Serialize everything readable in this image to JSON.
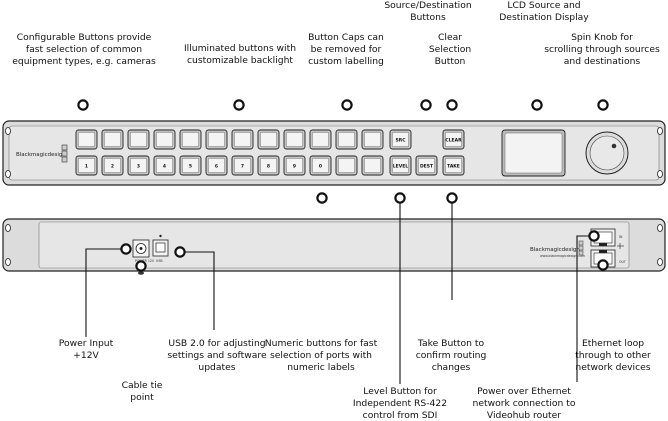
{
  "callouts": {
    "configurable": [
      "Configurable Buttons provide",
      "fast selection of common",
      "equipment types, e.g. cameras"
    ],
    "illuminated": [
      "Illuminated buttons with",
      "customizable backlight"
    ],
    "button_caps": [
      "Button Caps can",
      "be removed for",
      "custom labelling"
    ],
    "source_dest": [
      "Source/Destination",
      "Buttons"
    ],
    "clear_selection": [
      "Clear",
      "Selection",
      "Button"
    ],
    "lcd": [
      "LCD Source and",
      "Destination Display"
    ],
    "spin_knob": [
      "Spin Knob for",
      "scrolling through sources",
      "and destinations"
    ],
    "power_input": [
      "Power Input",
      "+12V"
    ],
    "cable_tie": [
      "Cable tie",
      "point"
    ],
    "usb": [
      "USB 2.0 for adjusting",
      "settings and software",
      "updates"
    ],
    "numeric": [
      "Numeric buttons for fast",
      "selection of ports with",
      "numeric labels"
    ],
    "level": [
      "Level Button for",
      "Independent RS-422",
      "control from SDI"
    ],
    "take": [
      "Take Button to",
      "confirm routing",
      "changes"
    ],
    "poe": [
      "Power over Ethernet",
      "network connection to",
      "Videohub router"
    ],
    "ethernet_loop": [
      "Ethernet loop",
      "through to other",
      "network devices"
    ]
  },
  "front_panel": {
    "brand": "Blackmagicdesign",
    "numeric_keys": [
      "1",
      "2",
      "3",
      "4",
      "5",
      "6",
      "7",
      "8",
      "9",
      "0"
    ],
    "src_key": "SRC",
    "clear_key": "CLEAR",
    "level_key": "LEVEL",
    "dest_key": "DEST",
    "take_key": "TAKE"
  },
  "rear_panel": {
    "brand": "Blackmagicdesign",
    "website": "www.blackmagicdesign.com",
    "power_label": "POWER 12V",
    "usb_label": "USB",
    "in_label": "IN",
    "out_label": "OUT"
  }
}
